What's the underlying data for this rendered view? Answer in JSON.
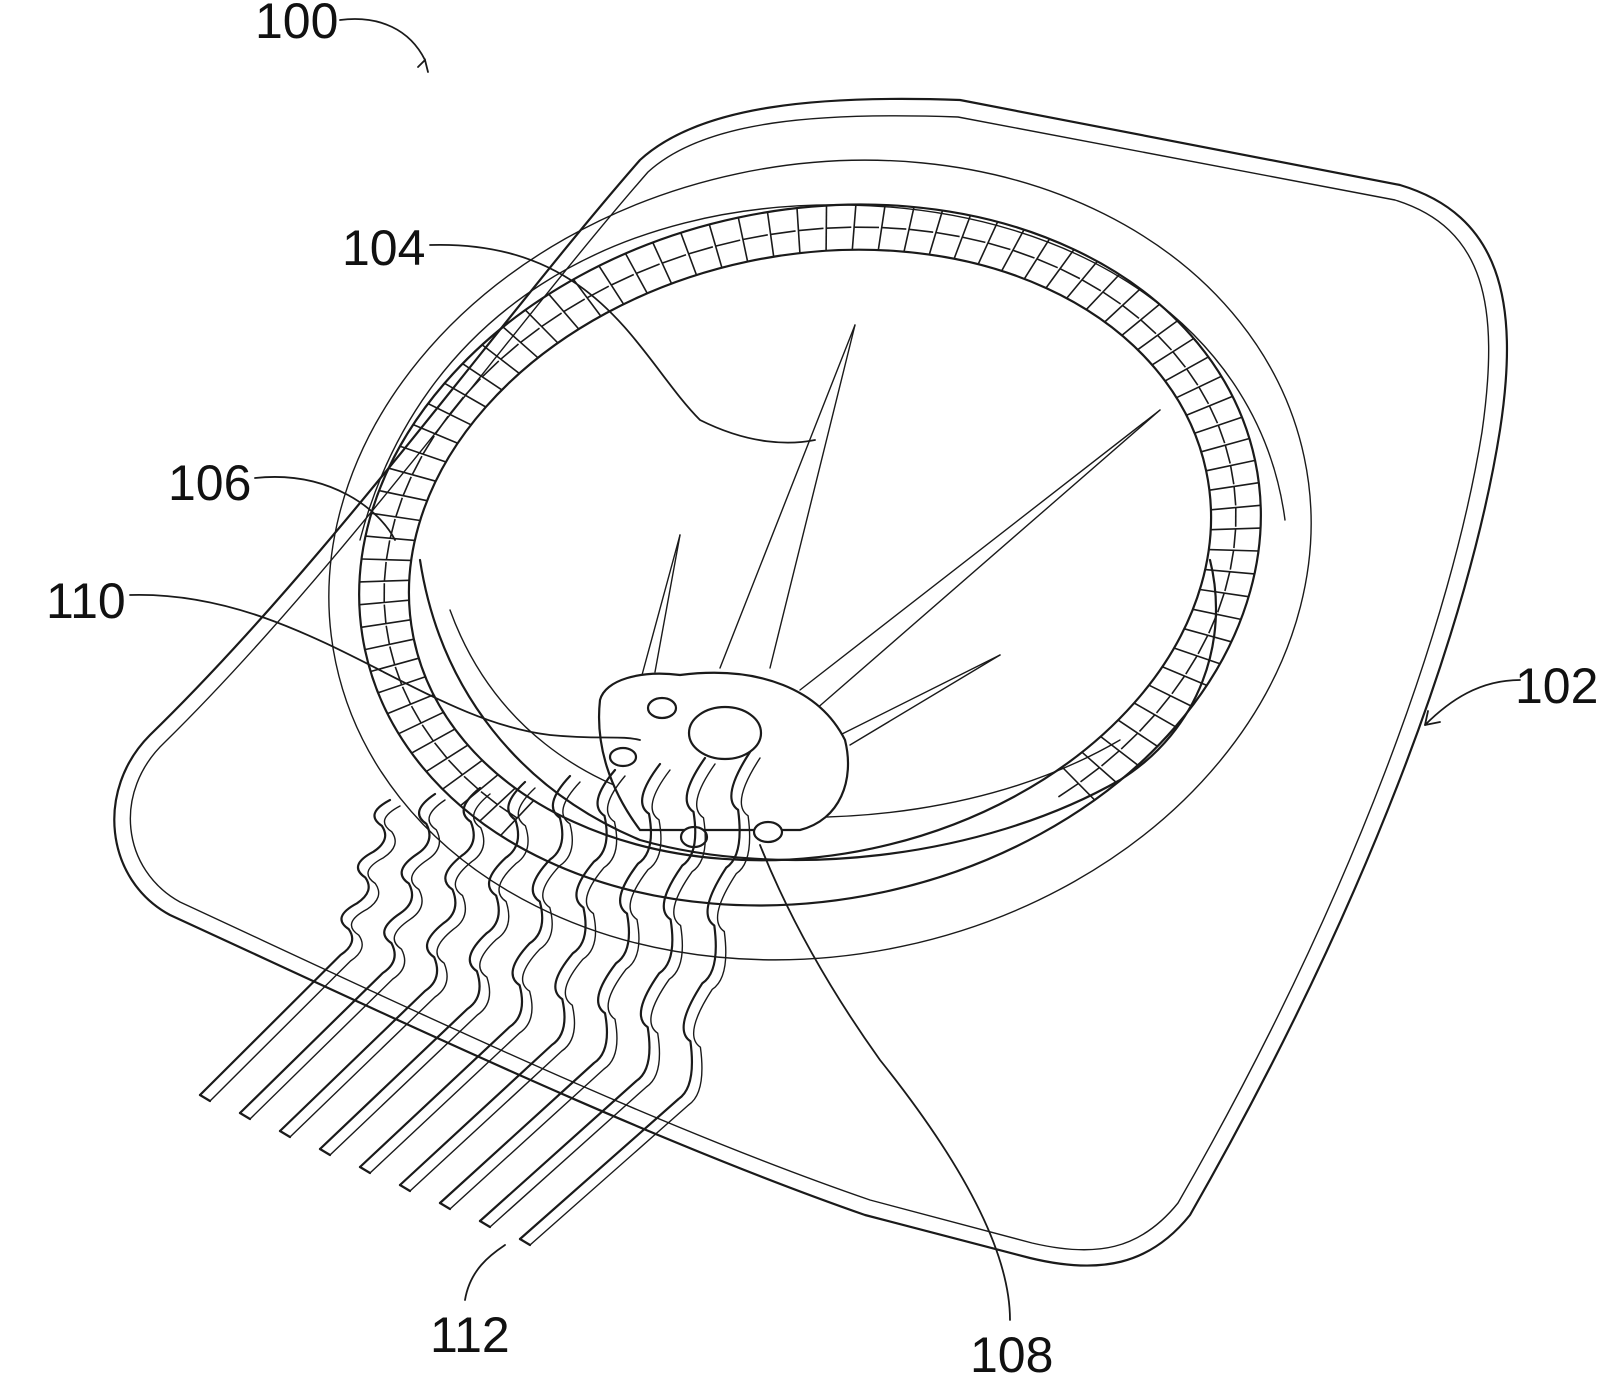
{
  "figure": {
    "labels": {
      "device": "100",
      "substrate": "102",
      "lens_body": "104",
      "antenna_ring": "106",
      "chip": "108",
      "circuit_region": "110",
      "connector_leads": "112"
    },
    "ring_segment_count": 96,
    "lead_count": 9
  }
}
